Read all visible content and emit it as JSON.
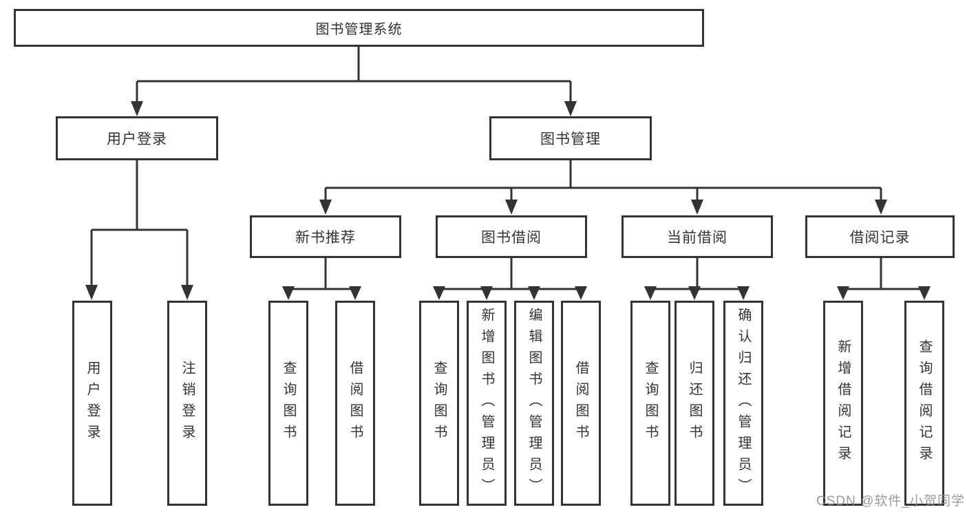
{
  "tree": {
    "root": "图书管理系统",
    "children": [
      {
        "label": "用户登录",
        "children": [
          "用户登录",
          "注销登录"
        ]
      },
      {
        "label": "图书管理",
        "children": [
          {
            "label": "新书推荐",
            "children": [
              "查询图书",
              "借阅图书"
            ]
          },
          {
            "label": "图书借阅",
            "children": [
              "查询图书",
              "新增图书（管理员）",
              "编辑图书（管理员）",
              "借阅图书"
            ]
          },
          {
            "label": "当前借阅",
            "children": [
              "查询图书",
              "归还图书",
              "确认归还（管理员）"
            ]
          },
          {
            "label": "借阅记录",
            "children": [
              "新增借阅记录",
              "查询借阅记录"
            ]
          }
        ]
      }
    ]
  },
  "watermark": {
    "text": "CSDN @软件_小贺同学"
  },
  "colors": {
    "line": "#333333",
    "text": "#333333",
    "box_fill": "#ffffff",
    "watermark": "#8c8c8c",
    "background": "#ffffff"
  }
}
